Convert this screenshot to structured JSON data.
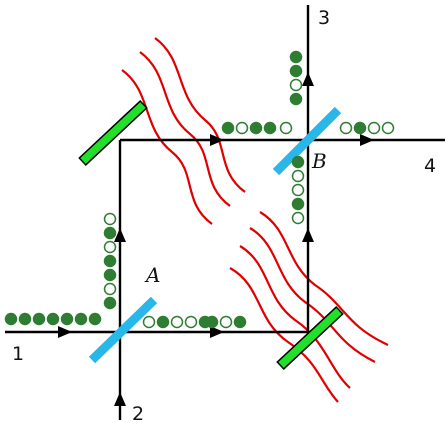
{
  "diagram": {
    "port_labels": {
      "port_1": "1",
      "port_2": "2",
      "port_3": "3",
      "port_4": "4"
    },
    "beam_splitter_labels": {
      "A": "A",
      "B": "B"
    },
    "colors": {
      "beam_path": "#000000",
      "beam_splitter": "#29b6e8",
      "mirror": "#22e02a",
      "wave": "#e00000",
      "particle": "#2e7d32"
    }
  }
}
